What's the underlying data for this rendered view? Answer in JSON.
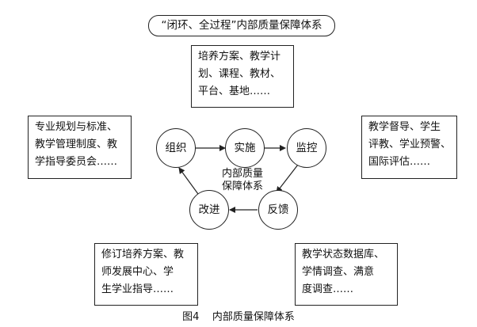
{
  "title": "“闭环、全过程”内部质量保障体系",
  "top_box": [
    "培养方案、教学计",
    "划、课程、教材、",
    "平台、基地……"
  ],
  "left_box": [
    "专业规划与标准、",
    "教学管理制度、教",
    "学指导委员会……"
  ],
  "right_box": [
    "教学督导、学生",
    "评教、学业预警、",
    "国际评估……"
  ],
  "bottom_left_box": [
    "修订培养方案、教",
    "师发展中心、学",
    "生学业指导……"
  ],
  "bottom_right_box": [
    "教学状态数据库、",
    "学情调查、满意",
    "度调查……"
  ],
  "cycle": {
    "nodes": [
      "组织",
      "实施",
      "监控",
      "反馈",
      "改进"
    ],
    "center_label": [
      "内部质量",
      "保障体系"
    ]
  },
  "caption": "图4    内部质量保障体系"
}
